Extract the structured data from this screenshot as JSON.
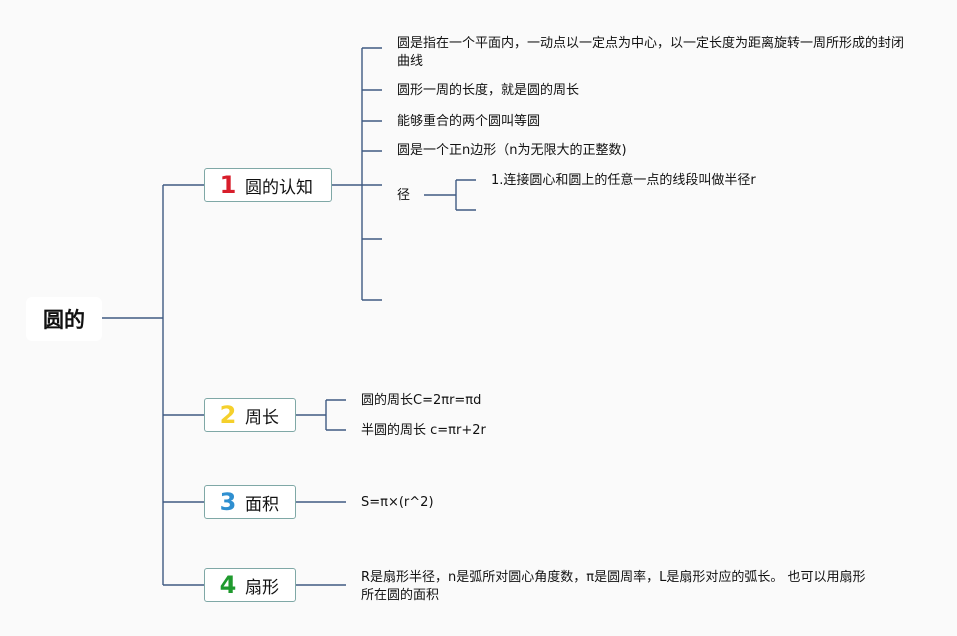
{
  "root": {
    "label": "圆的"
  },
  "colors": {
    "line": "#3f5a82",
    "border": "#7fa8a6",
    "num1": "#d81e2b",
    "num2": "#f5d02c",
    "num3": "#2f8fd0",
    "num4": "#1f9a2e"
  },
  "topics": [
    {
      "number": "1",
      "label": "圆的认知",
      "children": [
        "圆是指在一个平面内，一动点以一定点为中心，以一定长度为距离旋转一周所形成的封闭曲线",
        "圆形一周的长度，就是圆的周长",
        "能够重合的两个圆叫等圆",
        "圆是一个正n边形（n为无限大的正整数)",
        "径"
      ],
      "radius_children": [
        "1.连接圆心和圆上的任意一点的线段叫做半径r"
      ]
    },
    {
      "number": "2",
      "label": "周长",
      "children": [
        "圆的周长C=2πr=πd",
        "半圆的周长 c=πr+2r"
      ]
    },
    {
      "number": "3",
      "label": "面积",
      "children": [
        "S=π×(r^2)"
      ]
    },
    {
      "number": "4",
      "label": "扇形",
      "children": [
        "R是扇形半径，n是弧所对圆心角度数，π是圆周率，L是扇形对应的弧长。 也可以用扇形所在圆的面积"
      ]
    }
  ]
}
